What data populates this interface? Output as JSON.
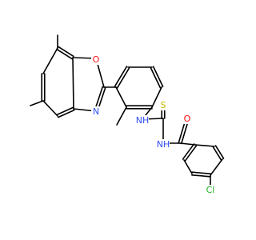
{
  "colors": {
    "carbon_bond": "#000000",
    "O": "#ff0d0d",
    "N": "#3050f8",
    "S": "#c8b400",
    "Cl": "#1fb81f",
    "background": "#ffffff"
  },
  "atoms": {
    "oxazole_O": {
      "text": "O",
      "element": "O"
    },
    "oxazole_N": {
      "text": "N",
      "element": "N"
    },
    "amine_NH": {
      "text": "NH",
      "element": "N"
    },
    "thione_S": {
      "text": "S",
      "element": "S"
    },
    "amide_NH": {
      "text": "NH",
      "element": "N"
    },
    "carbonyl_O": {
      "text": "O",
      "element": "O"
    },
    "chloro_Cl": {
      "text": "Cl",
      "element": "Cl"
    }
  }
}
